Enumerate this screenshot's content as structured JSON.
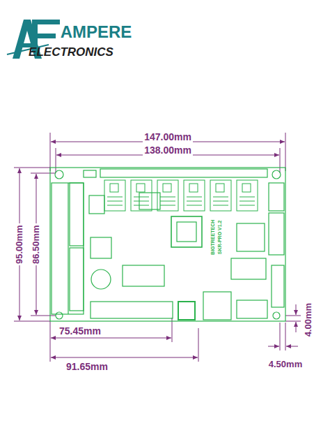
{
  "diagram": {
    "labels": [
      "AMPERE",
      "ELECTRONICS",
      "147.00mm",
      "138.00mm",
      "95.00mm",
      "86.50mm",
      "75.45mm",
      "91.65mm",
      "4.50mm",
      "4.00mm",
      "BIGTREETECH",
      "SKR-PRO V1.2"
    ]
  }
}
